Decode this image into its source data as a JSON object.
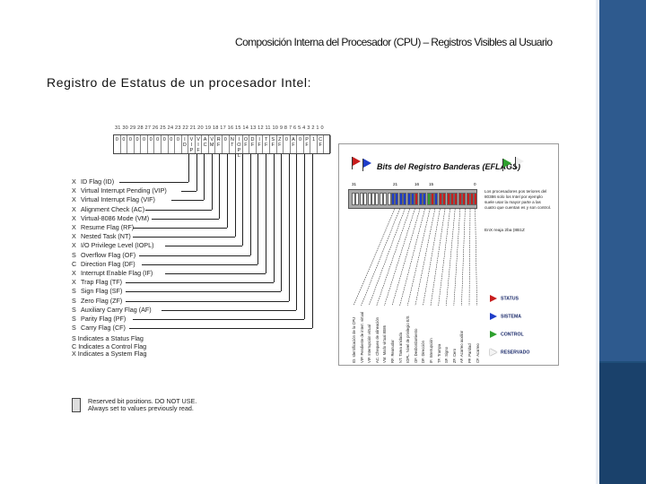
{
  "slide": {
    "title": "Composición Interna del Procesador (CPU) – Registros Visibles al Usuario",
    "subtitle": "Registro de Estatus de un procesador Intel:"
  },
  "left_figure": {
    "bit_numbers": "31 30 29 28 27 26 25 24 23 22 21 20 19 18 17 16 15 14 13 12 11 10  9  8  7  6  5  4  3  2  1  0",
    "flag_cells": [
      "0",
      "0",
      "0",
      "0",
      "0",
      "0",
      "0",
      "0",
      "0",
      "0",
      "I D",
      "V I P",
      "V I F",
      "A C",
      "V M",
      "R F",
      "0",
      "N T",
      "I O P L",
      "O F",
      "D F",
      "I F",
      "T F",
      "S F",
      "Z F",
      "0",
      "A F",
      "0",
      "P F",
      "1",
      "C F"
    ],
    "flags": [
      {
        "type": "X",
        "name": "ID Flag (ID)"
      },
      {
        "type": "X",
        "name": "Virtual Interrupt Pending (VIP)"
      },
      {
        "type": "X",
        "name": "Virtual Interrupt Flag (VIF)"
      },
      {
        "type": "X",
        "name": "Alignment Check (AC)"
      },
      {
        "type": "X",
        "name": "Virtual-8086 Mode (VM)"
      },
      {
        "type": "X",
        "name": "Resume Flag (RF)"
      },
      {
        "type": "X",
        "name": "Nested Task (NT)"
      },
      {
        "type": "X",
        "name": "I/O Privilege Level (IOPL)"
      },
      {
        "type": "S",
        "name": "Overflow Flag (OF)"
      },
      {
        "type": "C",
        "name": "Direction Flag (DF)"
      },
      {
        "type": "X",
        "name": "Interrupt Enable Flag (IF)"
      },
      {
        "type": "X",
        "name": "Trap Flag (TF)"
      },
      {
        "type": "S",
        "name": "Sign Flag (SF)"
      },
      {
        "type": "S",
        "name": "Zero Flag (ZF)"
      },
      {
        "type": "S",
        "name": "Auxiliary Carry Flag (AF)"
      },
      {
        "type": "S",
        "name": "Parity Flag (PF)"
      },
      {
        "type": "S",
        "name": "Carry Flag (CF)"
      }
    ],
    "legend": [
      "S  Indicates a Status Flag",
      "C  Indicates a Control Flag",
      "X  Indicates a System Flag"
    ],
    "reserved_line1": "Reserved bit positions. DO NOT USE.",
    "reserved_line2": "Always set to values previously read."
  },
  "right_figure": {
    "title": "Bits del Registro Banderas (EFLAGS)",
    "bit_labels": [
      "31",
      "21",
      "16",
      "15",
      "0"
    ],
    "note": "Los procesadores pos teriores del 80386 solo los Intel por ejemplo suele usar la mayor parte a las cuatro que cuentan es y son control.",
    "note2": "EnX reaja 2ba (8B1Z",
    "vertical_labels": [
      "ID. Identificación de la CPU",
      "VIP. Pendiente de interr. virtual",
      "VIF. Interrupción virtual",
      "AC. Chequeo de alineación",
      "VM. Modo virtual 8086",
      "RF. Reanudar",
      "NT. Tarea anidada",
      "IOPL. Nivel de privilegio E/S",
      "OF. Desbordamiento",
      "DF. Dirección",
      "IF. Interrupción",
      "TF. Trampa",
      "SF. Signo",
      "ZF. Cero",
      "AF. Acarreo auxiliar",
      "PF. Paridad",
      "CF. Acarreo"
    ],
    "legend": [
      {
        "label": "STATUS",
        "color": "#c81e1e"
      },
      {
        "label": "SISTEMA",
        "color": "#1e3cc8"
      },
      {
        "label": "CONTROL",
        "color": "#2ea02e"
      },
      {
        "label": "RESERVADO",
        "color": "#ffffff"
      }
    ]
  },
  "colors": {
    "sidebar_blue": "#1f4e79",
    "status": "#c81e1e",
    "system": "#1e3cc8",
    "control": "#2ea02e"
  }
}
